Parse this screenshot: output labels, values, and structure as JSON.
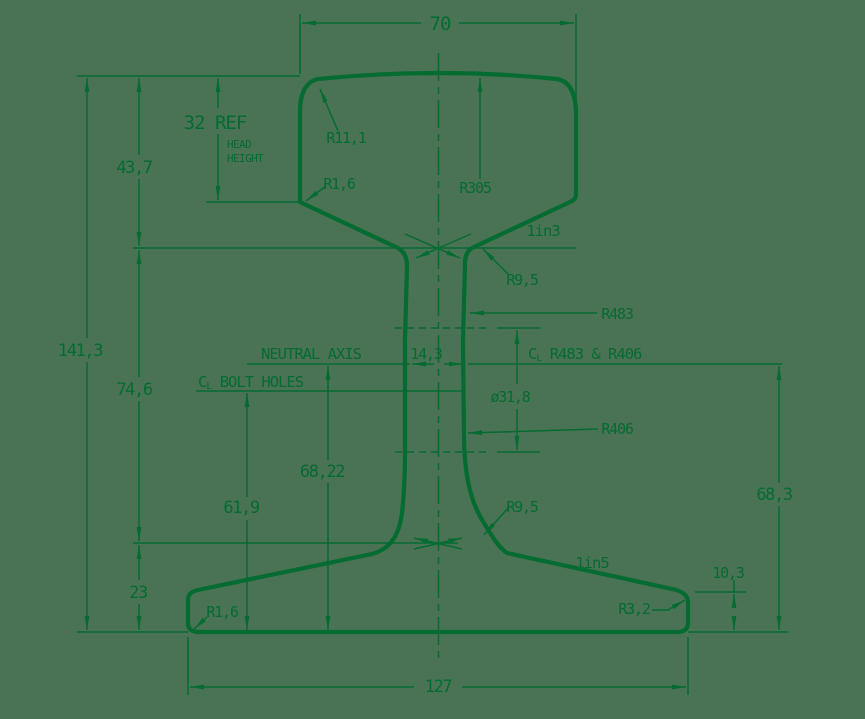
{
  "drawing": {
    "type": "rail-cross-section",
    "colors": {
      "background": "#4a7355",
      "line": "#046b31"
    },
    "dimensions": {
      "head_width": "70",
      "head_height_ref": "32 REF",
      "head_word": "HEAD",
      "height_word": "HEIGHT",
      "head_depth": "43,7",
      "total_height": "141,3",
      "mid_height": "74,6",
      "base_toe_height": "23",
      "bolt_cl_height": "61,9",
      "neutral_axis_height": "68,22",
      "right_height": "68,3",
      "base_edge_thickness": "10,3",
      "base_width": "127",
      "web_thickness": "14,3",
      "bolt_hole_diameter": "ø31,8"
    },
    "radii": {
      "head_top_corner": "R11,1",
      "head_lower_corner": "R1,6",
      "crown": "R305",
      "web_upper_fillet": "R9,5",
      "web_upper_radius": "R483",
      "web_lower_radius": "R406",
      "web_lower_fillet": "R9,5",
      "base_corner": "R3,2",
      "base_toe_corner": "R1,6"
    },
    "slopes": {
      "head_underside": "1in3",
      "base_top": "1in5"
    },
    "axis_labels": {
      "neutral_axis": "NEUTRAL AXIS",
      "cl_bolt": {
        "c": "C",
        "sub": "L",
        "rest": " BOLT HOLES"
      },
      "cl_radii": {
        "c": "C",
        "sub": "L",
        "rest": " R483 & R406"
      }
    }
  }
}
